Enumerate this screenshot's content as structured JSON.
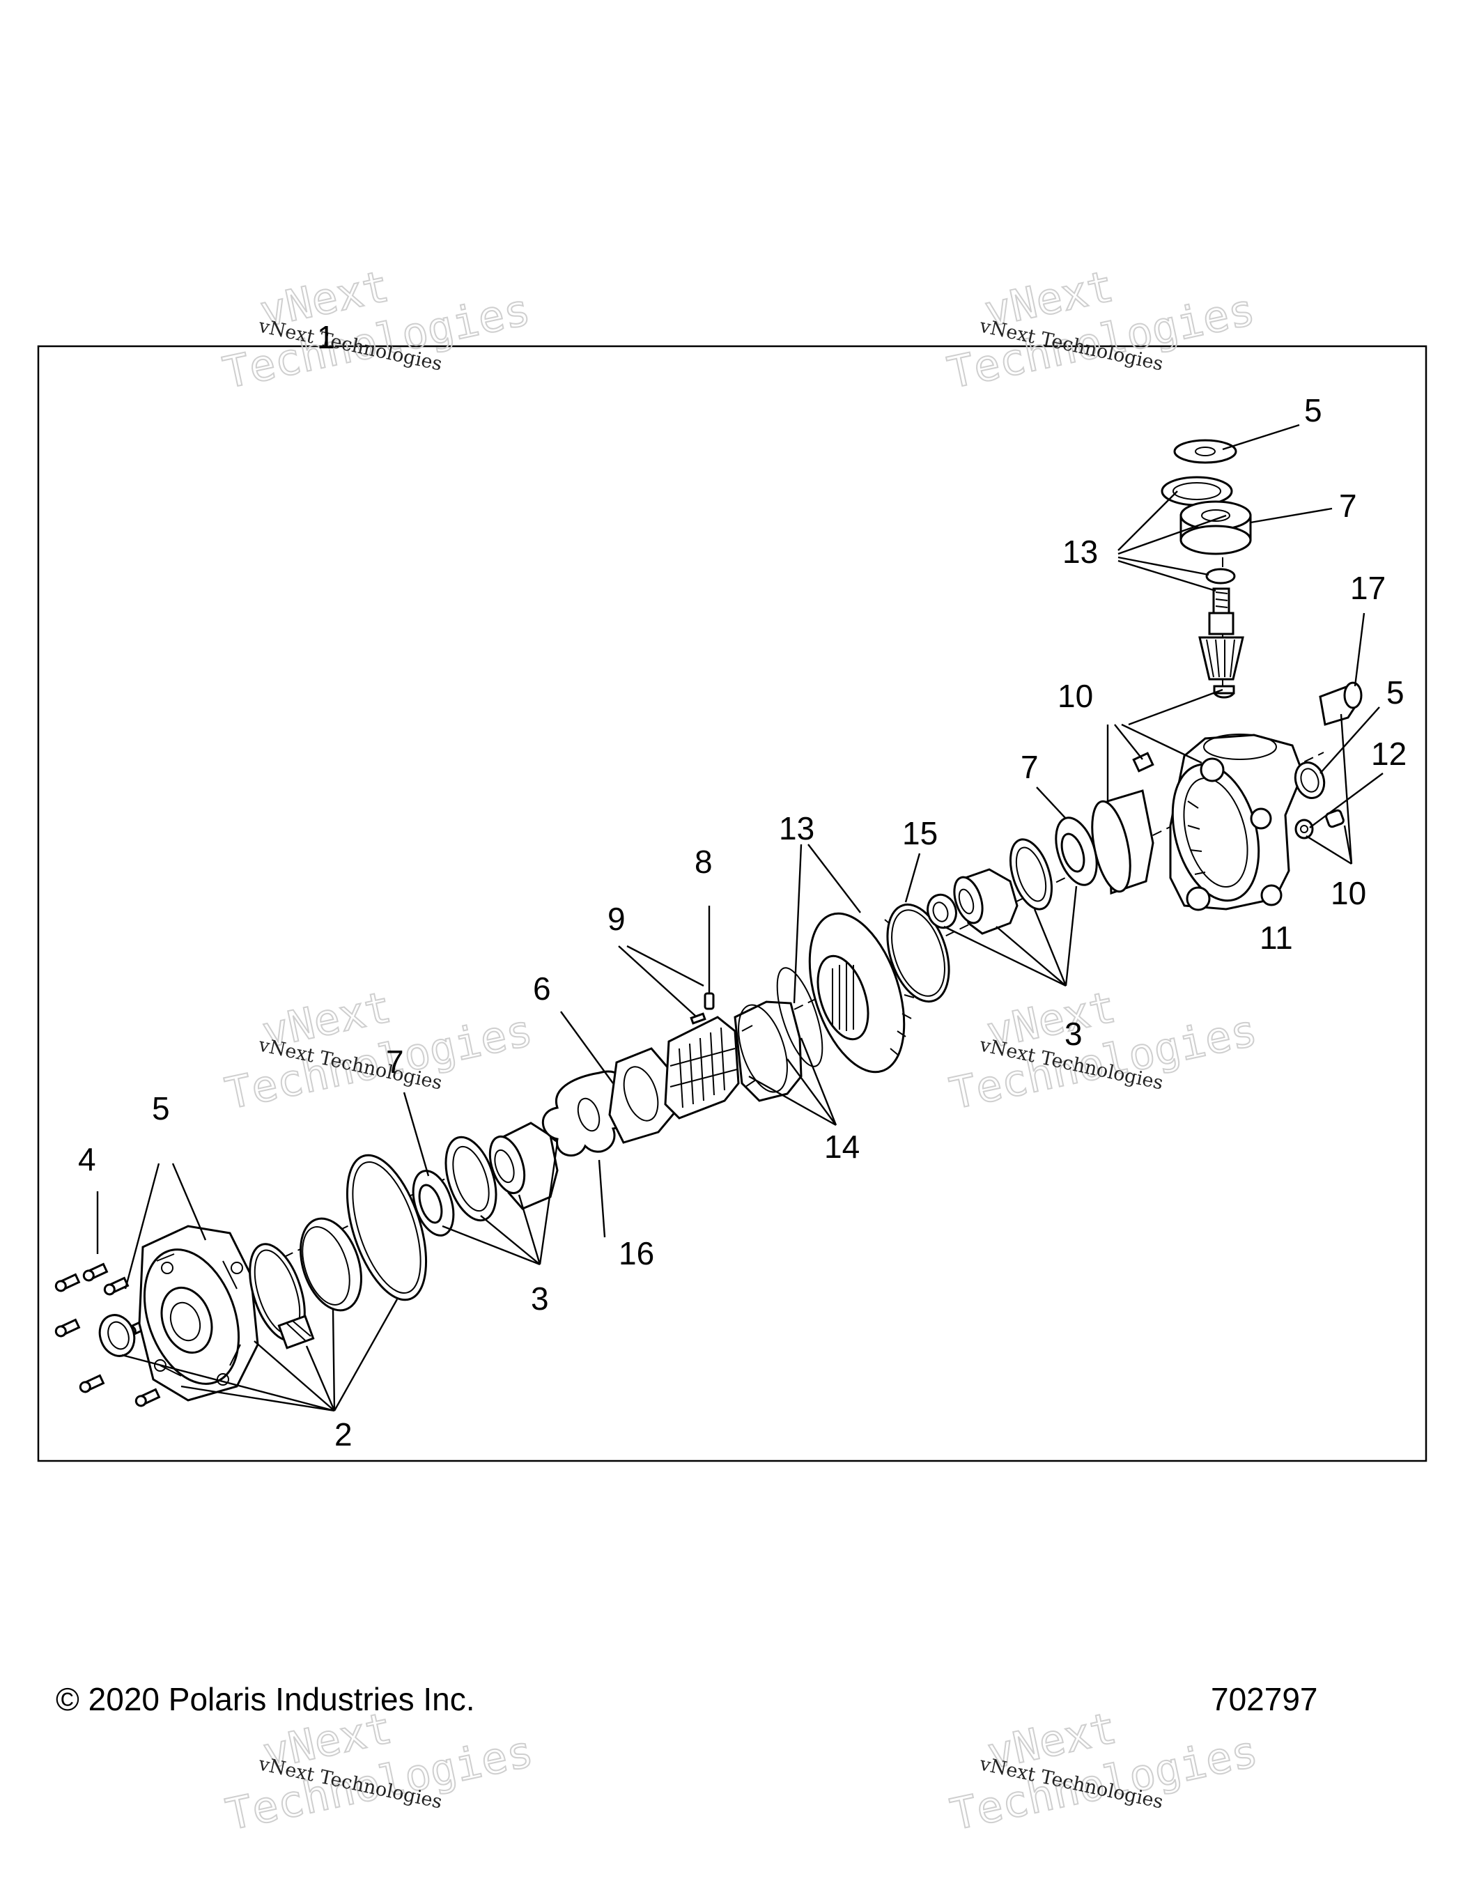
{
  "footer": {
    "copyright": "© 2020 Polaris Industries Inc.",
    "drawing_number": "702797"
  },
  "watermark": {
    "line1": "vNext Technologies",
    "big1": "vNext",
    "big2": "Technologies"
  },
  "callouts": {
    "c1": "1",
    "c2": "2",
    "c3a": "3",
    "c3b": "3",
    "c4": "4",
    "c5a": "5",
    "c5b": "5",
    "c5c": "5",
    "c6": "6",
    "c7a": "7",
    "c7b": "7",
    "c7c": "7",
    "c8": "8",
    "c9": "9",
    "c10a": "10",
    "c10b": "10",
    "c11": "11",
    "c12": "12",
    "c13a": "13",
    "c13b": "13",
    "c14": "14",
    "c15": "15",
    "c16": "16",
    "c17": "17"
  }
}
